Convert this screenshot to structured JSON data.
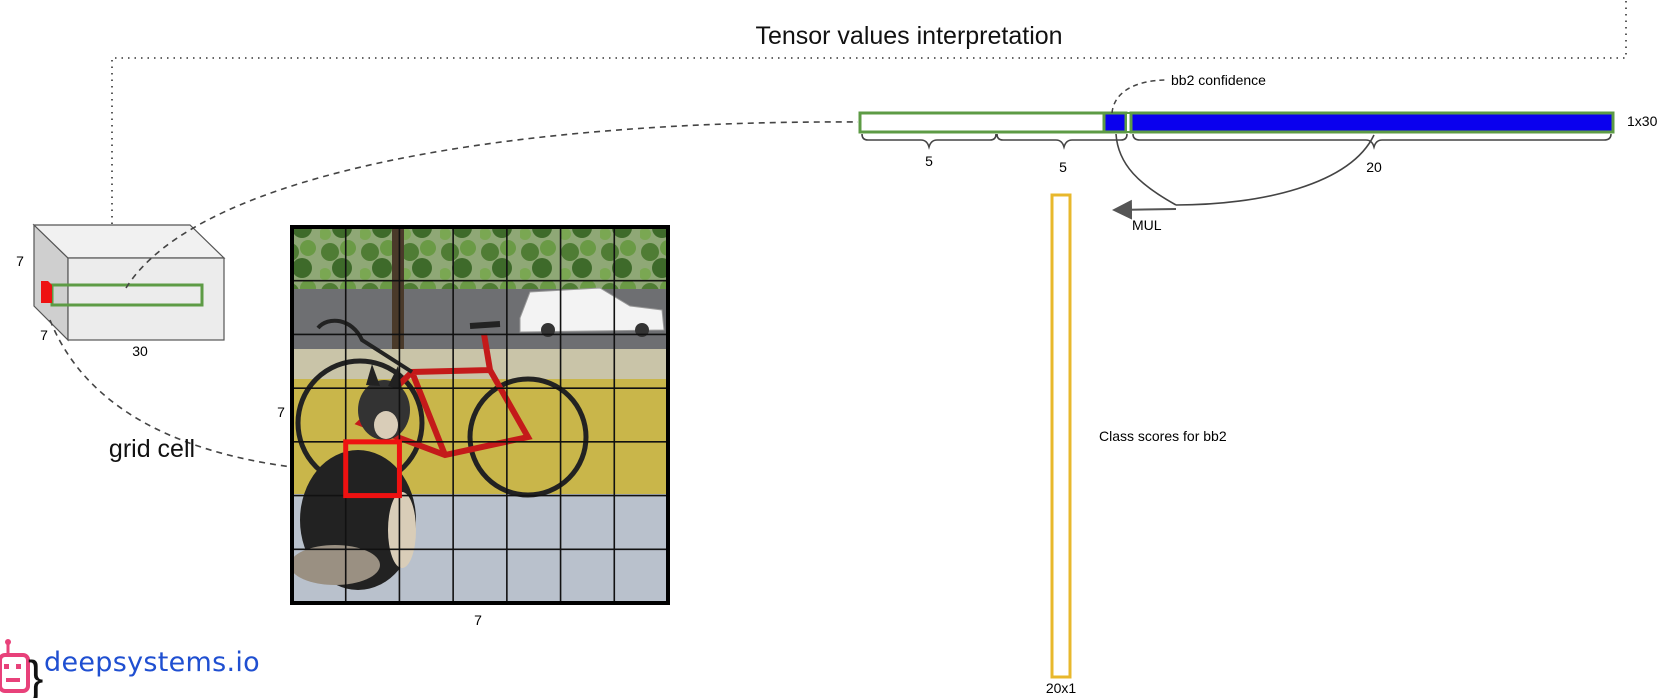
{
  "title": "Tensor values interpretation",
  "tensor": {
    "depth_label": "7",
    "side_label": "7",
    "width_label": "30"
  },
  "image": {
    "height_label": "7",
    "width_label": "7",
    "grid_cell_label": "grid cell",
    "grid_size": 7,
    "highlighted_cell": {
      "row": 4,
      "col": 1
    }
  },
  "vector": {
    "size_label": "1x30",
    "segment1_label": "5",
    "segment2_label": "5",
    "segment3_label": "20",
    "confidence_label": "bb2 confidence",
    "mul_label": "MUL"
  },
  "class_scores": {
    "label": "Class scores for bb2",
    "size_label": "20x1"
  },
  "logo": {
    "text": "deepsystems.io"
  },
  "colors": {
    "green": "#5d9b45",
    "blue": "#0a00ee",
    "yellow": "#e8b82c",
    "red": "#ee1111",
    "grid": "#111111",
    "logo_pink": "#e8417a",
    "logo_text": "#1f4fd1"
  }
}
